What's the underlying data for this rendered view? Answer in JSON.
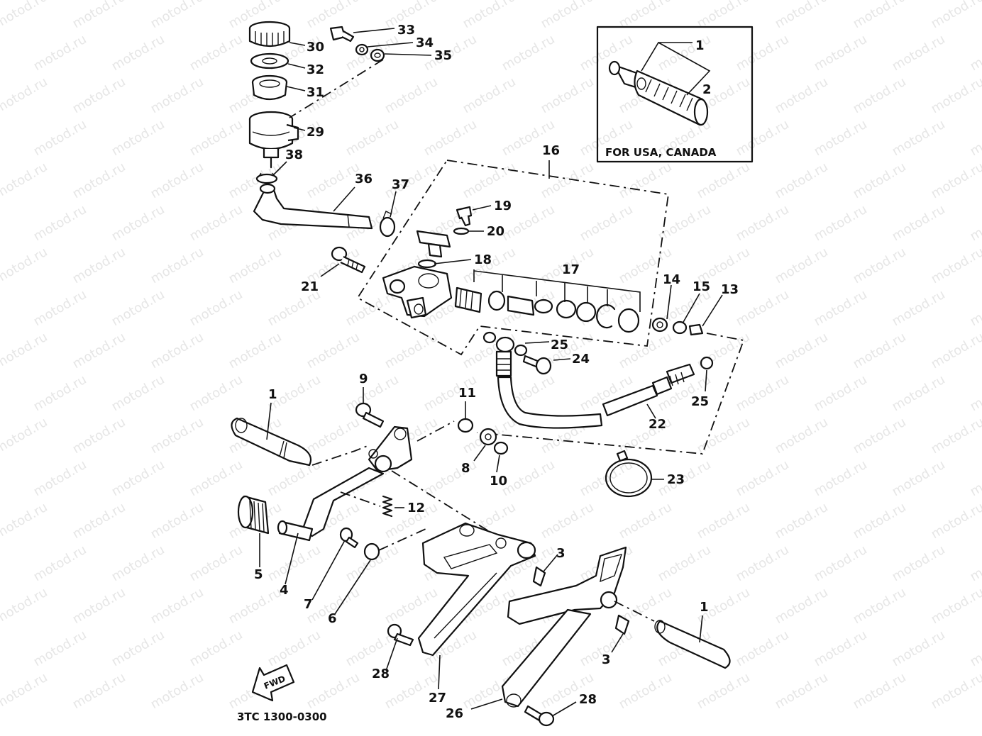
{
  "watermark": "motod.ru",
  "inset_caption": "FOR USA, CANADA",
  "drawing_code": "3TC 1300-0300",
  "fwd_arrow": "FWD",
  "callouts": [
    {
      "id": "c30",
      "text": "30"
    },
    {
      "id": "c32",
      "text": "32"
    },
    {
      "id": "c31",
      "text": "31"
    },
    {
      "id": "c29",
      "text": "29"
    },
    {
      "id": "c38",
      "text": "38"
    },
    {
      "id": "c33",
      "text": "33"
    },
    {
      "id": "c34",
      "text": "34"
    },
    {
      "id": "c35",
      "text": "35"
    },
    {
      "id": "c36",
      "text": "36"
    },
    {
      "id": "c37",
      "text": "37"
    },
    {
      "id": "c16",
      "text": "16"
    },
    {
      "id": "c19",
      "text": "19"
    },
    {
      "id": "c20",
      "text": "20"
    },
    {
      "id": "c18",
      "text": "18"
    },
    {
      "id": "c21",
      "text": "21"
    },
    {
      "id": "c17",
      "text": "17"
    },
    {
      "id": "c14",
      "text": "14"
    },
    {
      "id": "c15",
      "text": "15"
    },
    {
      "id": "c13",
      "text": "13"
    },
    {
      "id": "c25a",
      "text": "25"
    },
    {
      "id": "c24",
      "text": "24"
    },
    {
      "id": "c25b",
      "text": "25"
    },
    {
      "id": "c22",
      "text": "22"
    },
    {
      "id": "c9",
      "text": "9"
    },
    {
      "id": "c11",
      "text": "11"
    },
    {
      "id": "c1a",
      "text": "1"
    },
    {
      "id": "c8",
      "text": "8"
    },
    {
      "id": "c10",
      "text": "10"
    },
    {
      "id": "c23",
      "text": "23"
    },
    {
      "id": "c12",
      "text": "12"
    },
    {
      "id": "c5",
      "text": "5"
    },
    {
      "id": "c4",
      "text": "4"
    },
    {
      "id": "c7",
      "text": "7"
    },
    {
      "id": "c6",
      "text": "6"
    },
    {
      "id": "c3a",
      "text": "3"
    },
    {
      "id": "c3b",
      "text": "3"
    },
    {
      "id": "c1b",
      "text": "1"
    },
    {
      "id": "c28a",
      "text": "28"
    },
    {
      "id": "c27",
      "text": "27"
    },
    {
      "id": "c26",
      "text": "26"
    },
    {
      "id": "c28b",
      "text": "28"
    },
    {
      "id": "c1c",
      "text": "1"
    },
    {
      "id": "c2",
      "text": "2"
    }
  ]
}
